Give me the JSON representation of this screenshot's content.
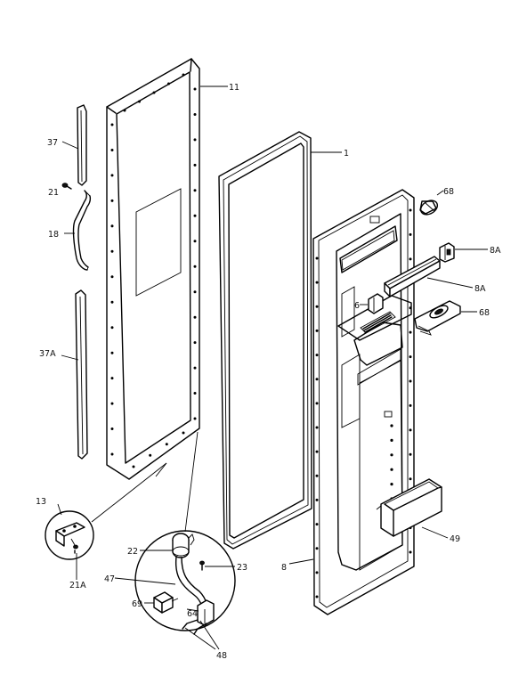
{
  "labels": {
    "p11": "11",
    "p1": "1",
    "p37": "37",
    "p21": "21",
    "p18": "18",
    "p37a": "37A",
    "p68top": "68",
    "p8a_top": "8A",
    "p8a_mid": "8A",
    "p6": "6",
    "p68mid": "68",
    "p13": "13",
    "p21a": "21A",
    "p22": "22",
    "p23": "23",
    "p47": "47",
    "p69": "69",
    "p64": "64",
    "p48": "48",
    "p8": "8",
    "p49": "49"
  }
}
